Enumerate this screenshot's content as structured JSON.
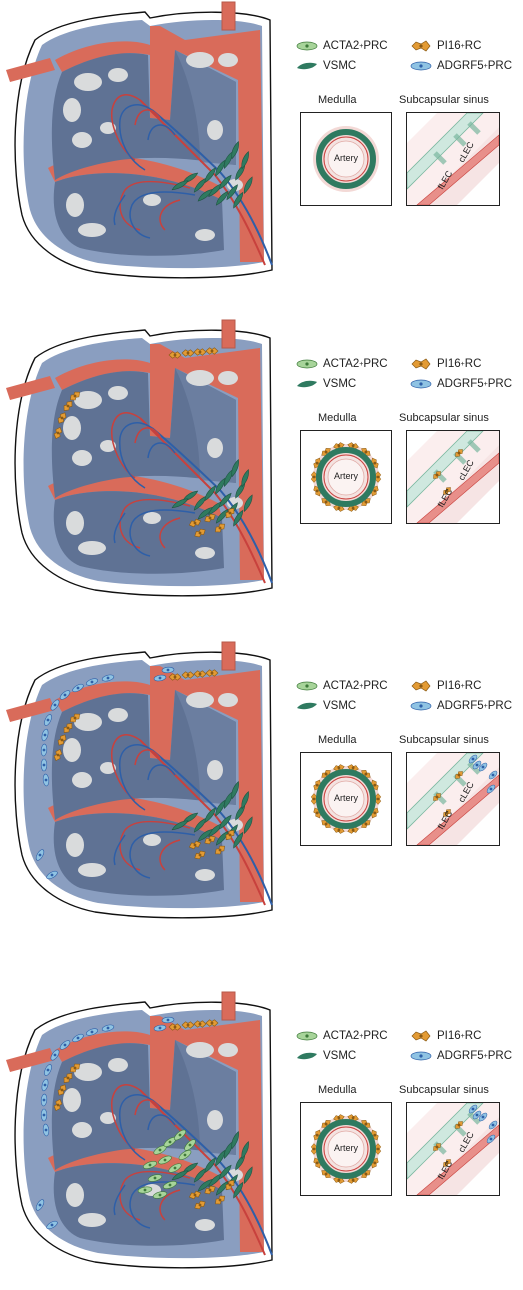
{
  "colors": {
    "capsule": "#ffffff",
    "sinus_blue": "#8a9ec0",
    "cortex_blue": "#5f7294",
    "follicle_gray": "#d9dbdc",
    "trabecula": "#d96b5a",
    "artery_red": "#c8413d",
    "vein_blue": "#2e5fa8",
    "vsmc": "#2f7a60",
    "acta2_prc": "#a7d49a",
    "pi16_rc": "#e39b34",
    "adgrf5_prc": "#8fc3e3"
  },
  "legend": {
    "acta2_prc": "ACTA2",
    "acta2_sup": "+",
    "acta2_suffix": "PRC",
    "vsmc": "VSMC",
    "pi16_rc": "PI16",
    "pi16_sup": "+",
    "pi16_suffix": "RC",
    "adgrf5_prc": "ADGRF5",
    "adgrf5_sup": "+",
    "adgrf5_suffix": "PRC"
  },
  "insets": {
    "medulla_title": "Medulla",
    "artery_label": "Artery",
    "sinus_title": "Subcapsular sinus",
    "clec": "cLEC",
    "flec": "fLEC"
  },
  "panels": [
    {
      "pi16_capsule": false,
      "adgrf5_capsule": false,
      "acta2_hilum": false,
      "pi16_ring": false
    },
    {
      "pi16_capsule": true,
      "adgrf5_capsule": false,
      "acta2_hilum": false,
      "pi16_ring": true
    },
    {
      "pi16_capsule": true,
      "adgrf5_capsule": true,
      "acta2_hilum": false,
      "pi16_ring": true
    },
    {
      "pi16_capsule": true,
      "adgrf5_capsule": true,
      "acta2_hilum": true,
      "pi16_ring": true
    }
  ]
}
